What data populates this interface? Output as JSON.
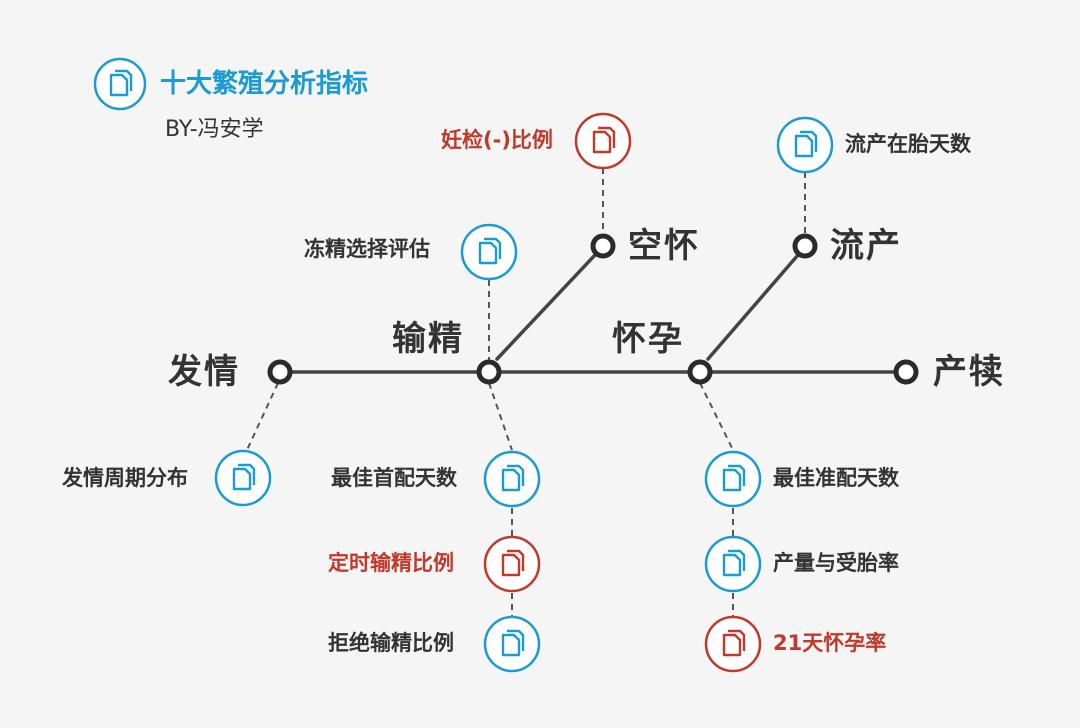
{
  "header": {
    "title": "十大繁殖分析指标",
    "subtitle": "BY-冯安学"
  },
  "colors": {
    "blue": "#1a9bd6",
    "red": "#c0392b",
    "line": "#444444",
    "text": "#333333"
  },
  "stages": {
    "estrus": "发情",
    "insemination": "输精",
    "empty": "空怀",
    "pregnancy": "怀孕",
    "abortion": "流产",
    "calving": "产犊"
  },
  "indicators": {
    "estrus_cycle": "发情周期分布",
    "frozen_semen": "冻精选择评估",
    "best_first_breeding": "最佳首配天数",
    "timed_ai_ratio": "定时输精比例",
    "refuse_ai_ratio": "拒绝输精比例",
    "preg_check_negative": "妊检(-)比例",
    "abortion_days": "流产在胎天数",
    "best_breeding_days": "最佳准配天数",
    "yield_conception": "产量与受胎率",
    "pregnancy_rate_21d": "21天怀孕率"
  },
  "icon_name": "document-icon"
}
